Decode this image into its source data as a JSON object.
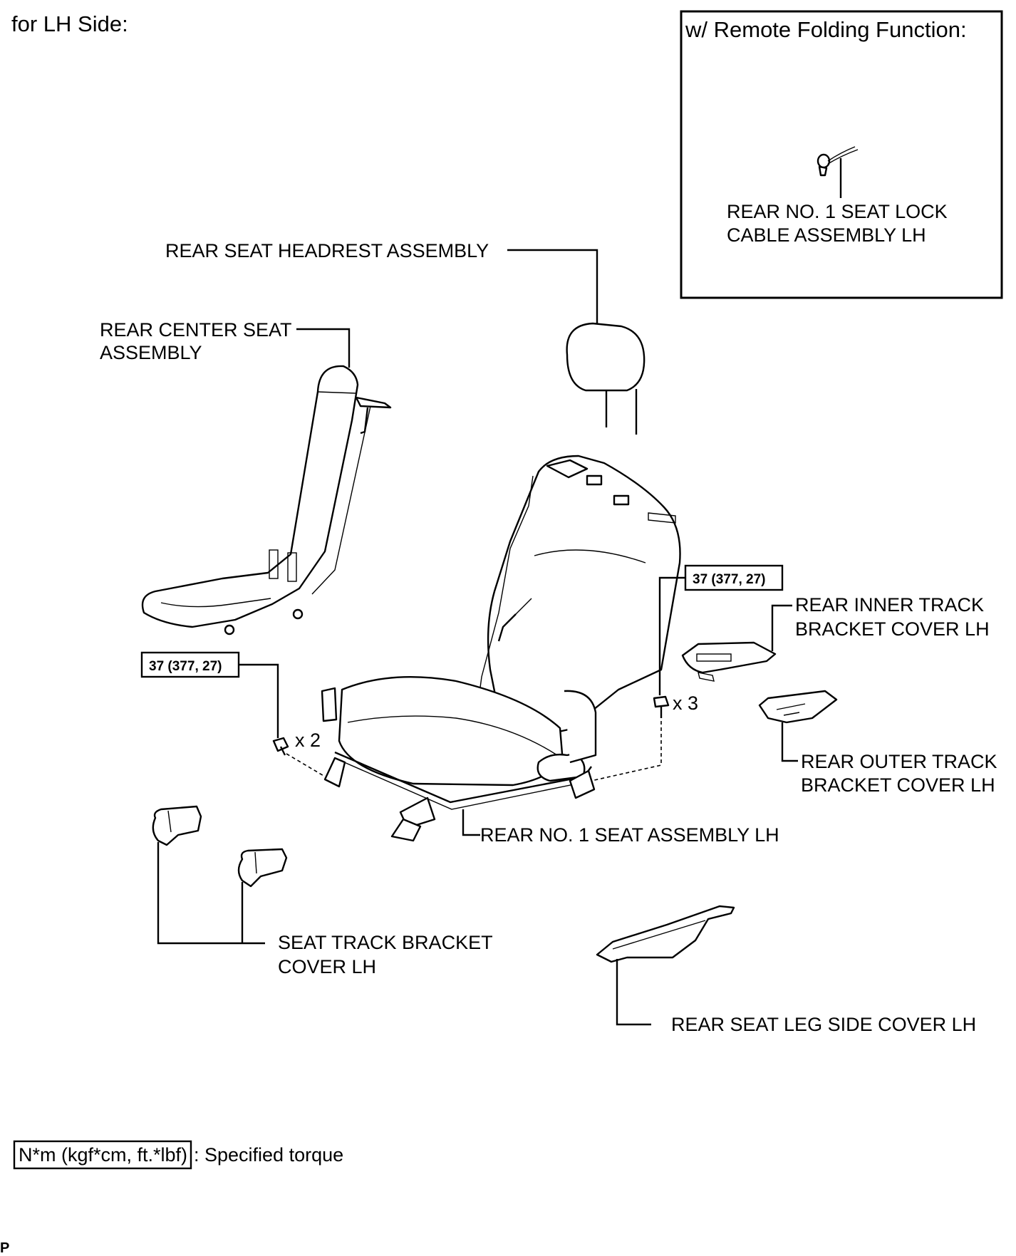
{
  "header": {
    "side_label": "for LH Side:"
  },
  "inset": {
    "title": "w/ Remote Folding Function:",
    "part_line1": "REAR NO. 1 SEAT LOCK",
    "part_line2": "CABLE ASSEMBLY LH"
  },
  "labels": {
    "headrest": "REAR SEAT HEADREST ASSEMBLY",
    "center_seat_line1": "REAR CENTER SEAT",
    "center_seat_line2": "ASSEMBLY",
    "inner_cover_line1": "REAR INNER TRACK",
    "inner_cover_line2": "BRACKET COVER LH",
    "outer_cover_line1": "REAR OUTER TRACK",
    "outer_cover_line2": "BRACKET COVER LH",
    "seat_assembly": "REAR NO. 1 SEAT ASSEMBLY LH",
    "track_cover_line1": "SEAT TRACK BRACKET",
    "track_cover_line2": "COVER LH",
    "leg_cover": "REAR SEAT LEG SIDE COVER LH"
  },
  "torque": {
    "left_value": "37 (377, 27)",
    "right_value": "37 (377, 27)",
    "left_qty": "x 2",
    "right_qty": "x 3"
  },
  "legend": {
    "unit_box": "N*m (kgf*cm, ft.*lbf)",
    "description": ": Specified torque"
  },
  "footer": {
    "code": "P"
  }
}
